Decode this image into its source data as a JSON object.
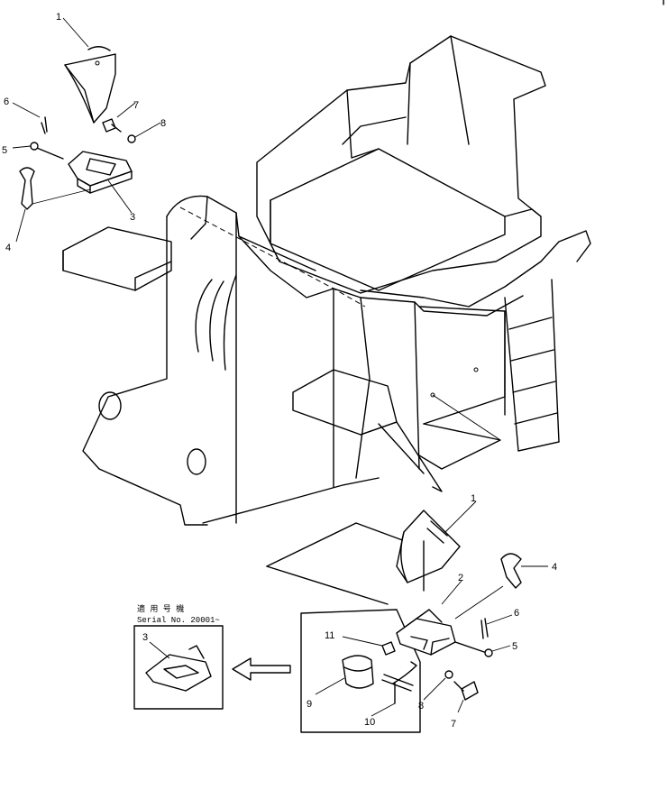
{
  "inset": {
    "heading": "適 用 号 機",
    "serial": "Serial No. 20001~"
  },
  "labels": {
    "upper": {
      "p1": "1",
      "p3": "3",
      "p4": "4",
      "p5": "5",
      "p6": "6",
      "p7": "7",
      "p8": "8"
    },
    "lower": {
      "p1": "1",
      "p2": "2",
      "p4": "4",
      "p5": "5",
      "p6": "6",
      "p7": "7",
      "p8": "8",
      "p9": "9",
      "p10": "10",
      "p11": "11"
    },
    "inset_part": "3"
  }
}
